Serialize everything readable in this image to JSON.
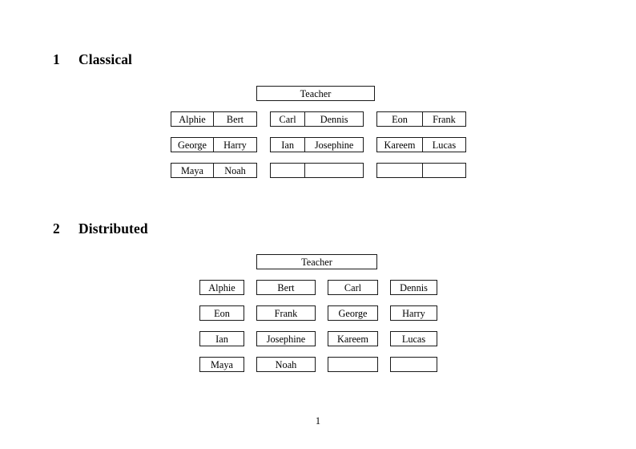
{
  "document": {
    "page_number": "1",
    "font_color": "#000000",
    "background": "#ffffff",
    "border_color": "#1a1a1a"
  },
  "sections": [
    {
      "number": "1",
      "title": "Classical",
      "teacher_label": "Teacher",
      "layout": "grouped-pairs",
      "groups": [
        {
          "name": "group-left",
          "rows": [
            {
              "left": "Alphie",
              "right": "Bert"
            },
            {
              "left": "George",
              "right": "Harry"
            },
            {
              "left": "Maya",
              "right": "Noah"
            }
          ]
        },
        {
          "name": "group-middle",
          "rows": [
            {
              "left": "Carl",
              "right": "Dennis"
            },
            {
              "left": "Ian",
              "right": "Josephine"
            },
            {
              "left": "",
              "right": ""
            }
          ]
        },
        {
          "name": "group-right",
          "rows": [
            {
              "left": "Eon",
              "right": "Frank"
            },
            {
              "left": "Kareem",
              "right": "Lucas"
            },
            {
              "left": "",
              "right": ""
            }
          ]
        }
      ]
    },
    {
      "number": "2",
      "title": "Distributed",
      "teacher_label": "Teacher",
      "layout": "four-columns",
      "rows": [
        [
          "Alphie",
          "Bert",
          "Carl",
          "Dennis"
        ],
        [
          "Eon",
          "Frank",
          "George",
          "Harry"
        ],
        [
          "Ian",
          "Josephine",
          "Kareem",
          "Lucas"
        ],
        [
          "Maya",
          "Noah",
          "",
          ""
        ]
      ]
    }
  ]
}
